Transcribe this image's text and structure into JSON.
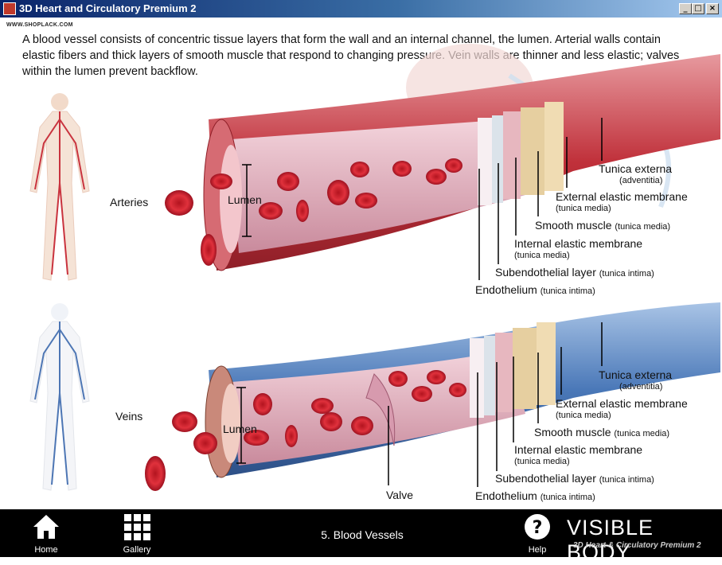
{
  "window": {
    "title": "3D Heart and Circulatory Premium 2"
  },
  "watermark": "WWW.SHOPLACK.COM",
  "intro": "A blood vessel consists of concentric tissue layers that form the wall and an internal channel, the lumen. Arterial walls contain elastic fibers and thick layers of smooth muscle that respond to changing pressure. Vein walls are thinner and less elastic; valves within the lumen prevent backflow.",
  "arteries": {
    "section_label": "Arteries",
    "lumen": "Lumen",
    "layers": [
      {
        "name": "Tunica externa",
        "sub": "(adventitia)"
      },
      {
        "name": "External elastic membrane",
        "sub": "(tunica media)"
      },
      {
        "name": "Smooth muscle",
        "sub": "(tunica media)"
      },
      {
        "name": "Internal elastic membrane",
        "sub": "(tunica media)"
      },
      {
        "name": "Subendothelial layer",
        "sub": "(tunica intima)"
      },
      {
        "name": "Endothelium",
        "sub": "(tunica intima)"
      }
    ]
  },
  "veins": {
    "section_label": "Veins",
    "lumen": "Lumen",
    "valve": "Valve",
    "layers": [
      {
        "name": "Tunica externa",
        "sub": "(adventitia)"
      },
      {
        "name": "External elastic membrane",
        "sub": "(tunica media)"
      },
      {
        "name": "Smooth muscle",
        "sub": "(tunica media)"
      },
      {
        "name": "Internal elastic membrane",
        "sub": "(tunica media)"
      },
      {
        "name": "Subendothelial layer",
        "sub": "(tunica intima)"
      },
      {
        "name": "Endothelium",
        "sub": "(tunica intima)"
      }
    ]
  },
  "bottom": {
    "home": "Home",
    "gallery": "Gallery",
    "section_title": "5. Blood Vessels",
    "help": "Help",
    "brand": "VISIBLE BODY",
    "brand_sub": "3D Heart & Circulatory Premium 2"
  },
  "colors": {
    "artery_red": "#c0303a",
    "vein_blue": "#4a78b8",
    "muscle_tan": "#e6cfa0",
    "cell_red": "#d81e2c"
  }
}
